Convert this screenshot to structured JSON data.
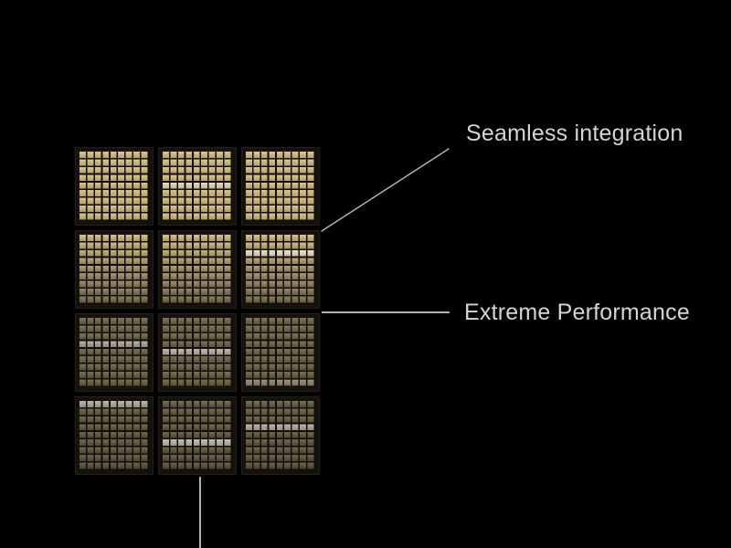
{
  "page": {
    "background": "#000000"
  },
  "colors": {
    "connector_line": "#b3b0ad",
    "label_text": "#d6d3d0"
  },
  "labels": {
    "seamless": "Seamless integration",
    "extreme": "Extreme Performance"
  },
  "chip": {
    "tile_rows": 4,
    "tile_cols": 3,
    "pad_rows_per_tile": 9,
    "pad_cols_per_tile": 9,
    "frame_color": "#15120e",
    "gap_color": "#0f0d09",
    "row_gradients": [
      {
        "top": "#d8c081",
        "bottom": "#d2b978"
      },
      {
        "top": "#d5bd7d",
        "bottom": "#6f6345"
      },
      {
        "top": "#6f6344",
        "bottom": "#665a3a"
      },
      {
        "top": "#665b3d",
        "bottom": "#564c32"
      }
    ],
    "tiles": [
      {
        "row": 0,
        "col": 0,
        "highlight": null,
        "highlight_color": null
      },
      {
        "row": 0,
        "col": 1,
        "highlight": 4,
        "highlight_color": "#e6dab4"
      },
      {
        "row": 0,
        "col": 2,
        "highlight": null,
        "highlight_color": null
      },
      {
        "row": 1,
        "col": 0,
        "highlight": null,
        "highlight_color": null
      },
      {
        "row": 1,
        "col": 1,
        "highlight": null,
        "highlight_color": null
      },
      {
        "row": 1,
        "col": 2,
        "highlight": 2,
        "highlight_color": "#eadfbd"
      },
      {
        "row": 2,
        "col": 0,
        "highlight": 3,
        "highlight_color": "#aba494"
      },
      {
        "row": 2,
        "col": 1,
        "highlight": 4,
        "highlight_color": "#b6afa0"
      },
      {
        "row": 2,
        "col": 2,
        "highlight": 8,
        "highlight_color": "#8d8470"
      },
      {
        "row": 3,
        "col": 0,
        "highlight": 0,
        "highlight_color": "#b2ab9d"
      },
      {
        "row": 3,
        "col": 1,
        "highlight": 5,
        "highlight_color": "#beb7a9"
      },
      {
        "row": 3,
        "col": 2,
        "highlight": 3,
        "highlight_color": "#b0a99b"
      }
    ]
  }
}
